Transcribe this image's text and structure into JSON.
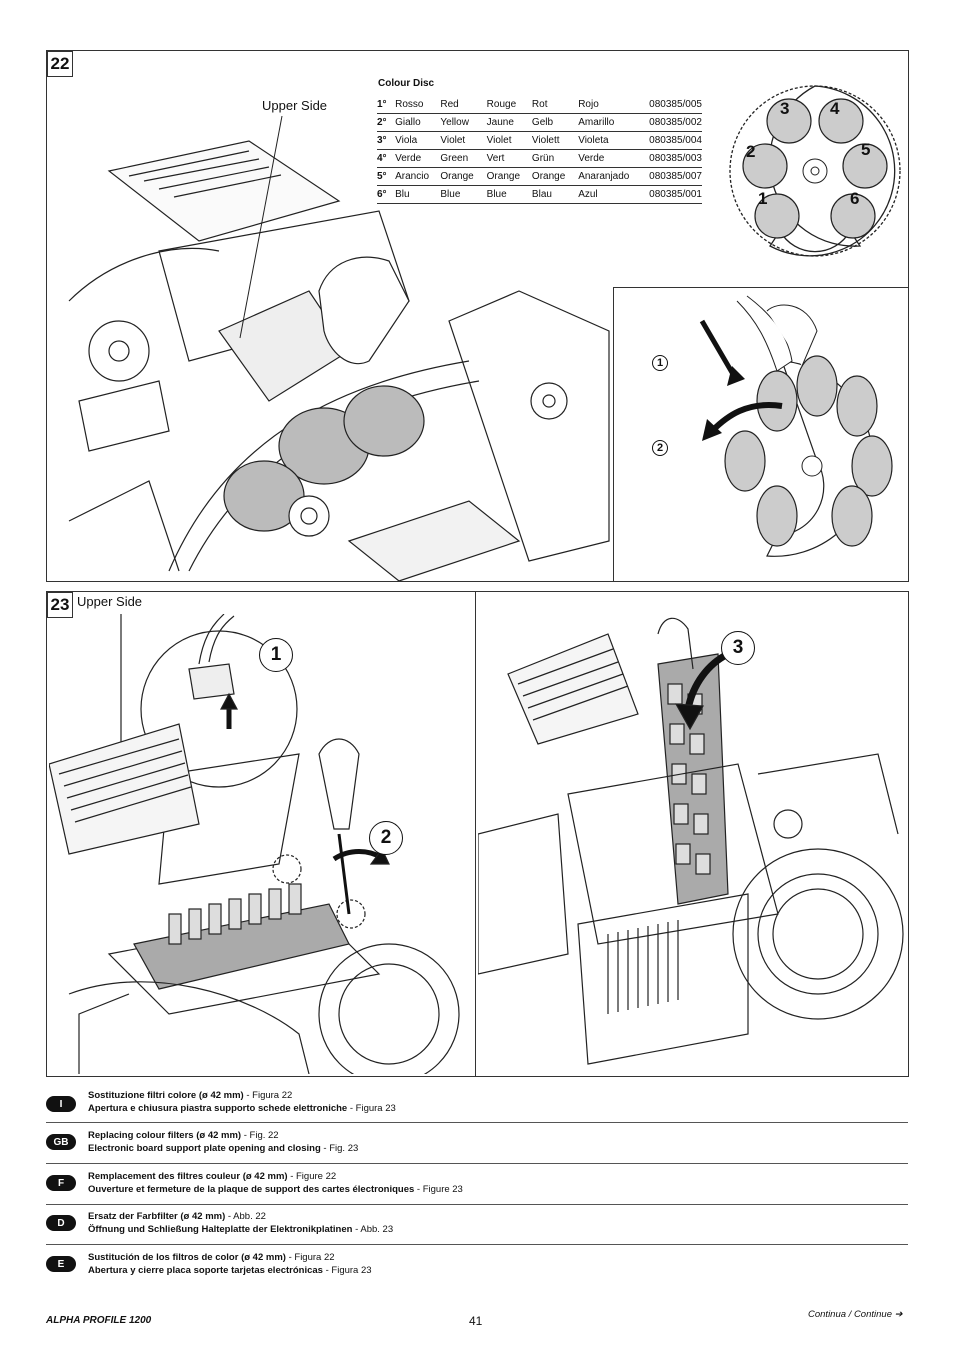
{
  "fig22": {
    "number": "22",
    "upper_side": "Upper Side",
    "colour_disc": {
      "title": "Colour Disc",
      "rows": [
        [
          "1°",
          "Rosso",
          "Red",
          "Rouge",
          "Rot",
          "Rojo",
          "080385/005"
        ],
        [
          "2°",
          "Giallo",
          "Yellow",
          "Jaune",
          "Gelb",
          "Amarillo",
          "080385/002"
        ],
        [
          "3°",
          "Viola",
          "Violet",
          "Violet",
          "Violett",
          "Violeta",
          "080385/004"
        ],
        [
          "4°",
          "Verde",
          "Green",
          "Vert",
          "Grün",
          "Verde",
          "080385/003"
        ],
        [
          "5°",
          "Arancio",
          "Orange",
          "Orange",
          "Orange",
          "Anaranjado",
          "080385/007"
        ],
        [
          "6°",
          "Blu",
          "Blue",
          "Blue",
          "Blau",
          "Azul",
          "080385/001"
        ]
      ]
    },
    "disc_positions": [
      "1",
      "2",
      "3",
      "4",
      "5",
      "6"
    ],
    "steps": [
      "1",
      "2"
    ]
  },
  "fig23": {
    "number": "23",
    "upper_side": "Upper Side",
    "steps": [
      "1",
      "2",
      "3"
    ]
  },
  "languages": [
    {
      "code": "I",
      "line1_bold": "Sostituzione filtri colore (ø 42 mm)",
      "line1_ref": " - Figura 22",
      "line2_bold": "Apertura e chiusura piastra supporto schede elettroniche",
      "line2_ref": " - Figura 23"
    },
    {
      "code": "GB",
      "line1_bold": "Replacing colour filters (ø 42 mm)",
      "line1_ref": " - Fig. 22",
      "line2_bold": "Electronic board support plate opening and closing",
      "line2_ref": " - Fig. 23"
    },
    {
      "code": "F",
      "line1_bold": "Remplacement des filtres couleur (ø 42 mm)",
      "line1_ref": " - Figure 22",
      "line2_bold": "Ouverture et fermeture de la plaque de support des cartes électroniques",
      "line2_ref": " - Figure 23"
    },
    {
      "code": "D",
      "line1_bold": "Ersatz der Farbfilter (ø 42 mm)",
      "line1_ref": " - Abb. 22",
      "line2_bold": "Öffnung und Schließung Halteplatte der Elektronikplatinen",
      "line2_ref": " - Abb. 23"
    },
    {
      "code": "E",
      "line1_bold": "Sustitución de los filtros de color (ø 42 mm)",
      "line1_ref": " - Figura 22",
      "line2_bold": "Abertura y cierre placa soporte tarjetas electrónicas",
      "line2_ref": " - Figura 23"
    }
  ],
  "footer": {
    "model": "ALPHA PROFILE 1200",
    "page": "41",
    "continue": "Continua / Continue ➔"
  }
}
